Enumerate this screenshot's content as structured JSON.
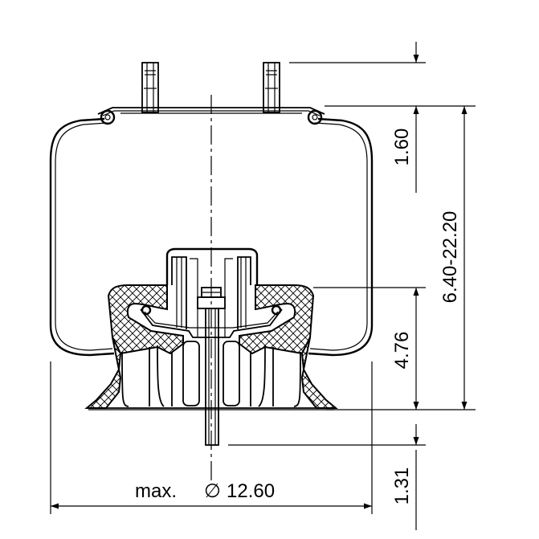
{
  "drawing": {
    "dimensions": {
      "top_height": "1.60",
      "overall_height": "6.40-22.20",
      "piston_height": "4.76",
      "stud_length": "1.31",
      "diameter_prefix": "max.",
      "diameter_symbol": "∅",
      "diameter_value": "12.60"
    }
  }
}
